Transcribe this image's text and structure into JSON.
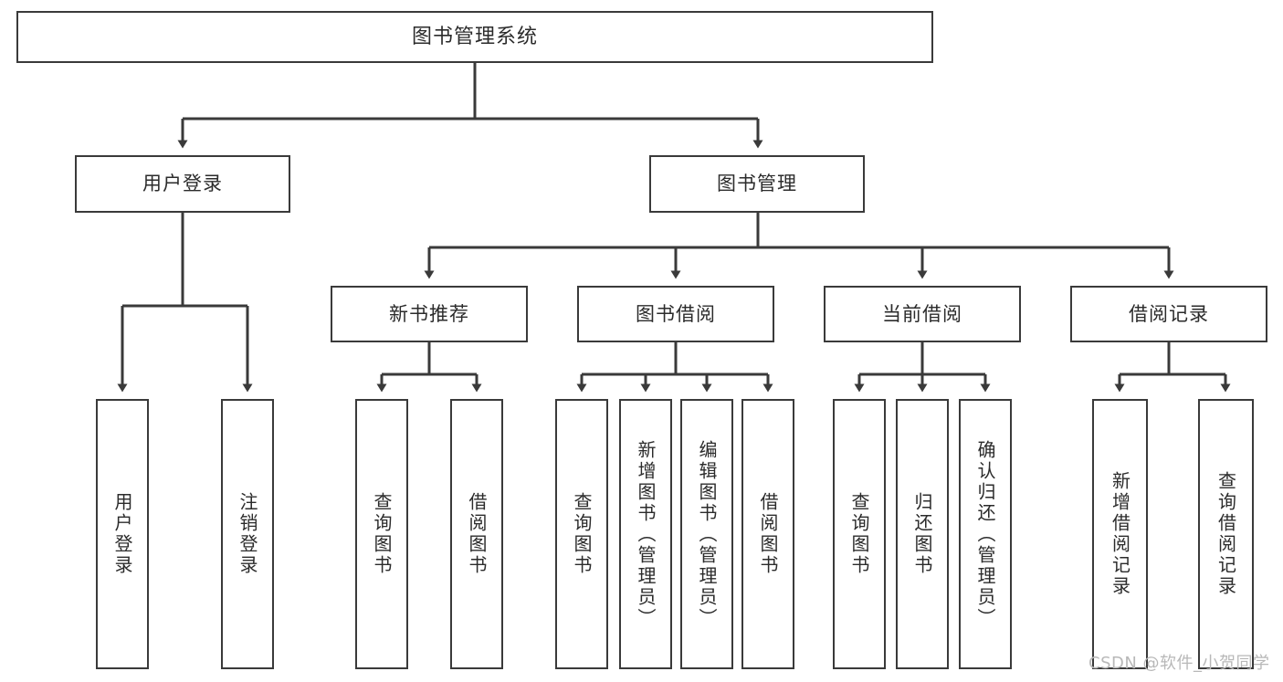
{
  "diagram": {
    "title": "图书管理系统",
    "watermark": "CSDN @软件_小贺同学",
    "line_color": "#3a3a3a",
    "box_fill": "#ffffff",
    "text_color": "#2b2b2b",
    "watermark_color": "#b8b8b8",
    "levels": {
      "level1": [
        {
          "id": "root",
          "label": "图书管理系统"
        }
      ],
      "level2": [
        {
          "id": "user-login",
          "label": "用户登录"
        },
        {
          "id": "book-management",
          "label": "图书管理"
        }
      ],
      "level3": [
        {
          "id": "new-book-recommend",
          "label": "新书推荐",
          "parent": "book-management"
        },
        {
          "id": "book-borrow",
          "label": "图书借阅",
          "parent": "book-management"
        },
        {
          "id": "current-borrow",
          "label": "当前借阅",
          "parent": "book-management"
        },
        {
          "id": "borrow-record",
          "label": "借阅记录",
          "parent": "book-management"
        }
      ],
      "leaves": [
        {
          "id": "leaf-user-login",
          "label": "用户登录",
          "parent": "user-login"
        },
        {
          "id": "leaf-logout-login",
          "label": "注销登录",
          "parent": "user-login"
        },
        {
          "id": "leaf-query-book-1",
          "label": "查询图书",
          "parent": "new-book-recommend"
        },
        {
          "id": "leaf-borrow-book-1",
          "label": "借阅图书",
          "parent": "new-book-recommend"
        },
        {
          "id": "leaf-query-book-2",
          "label": "查询图书",
          "parent": "book-borrow"
        },
        {
          "id": "leaf-add-book",
          "label": "新增图书（管理员）",
          "parent": "book-borrow"
        },
        {
          "id": "leaf-edit-book",
          "label": "编辑图书（管理员）",
          "parent": "book-borrow"
        },
        {
          "id": "leaf-borrow-book-2",
          "label": "借阅图书",
          "parent": "book-borrow"
        },
        {
          "id": "leaf-query-book-3",
          "label": "查询图书",
          "parent": "current-borrow"
        },
        {
          "id": "leaf-return-book",
          "label": "归还图书",
          "parent": "current-borrow"
        },
        {
          "id": "leaf-confirm-return",
          "label": "确认归还（管理员）",
          "parent": "current-borrow"
        },
        {
          "id": "leaf-add-record",
          "label": "新增借阅记录",
          "parent": "borrow-record"
        },
        {
          "id": "leaf-query-record",
          "label": "查询借阅记录",
          "parent": "borrow-record"
        }
      ]
    }
  }
}
